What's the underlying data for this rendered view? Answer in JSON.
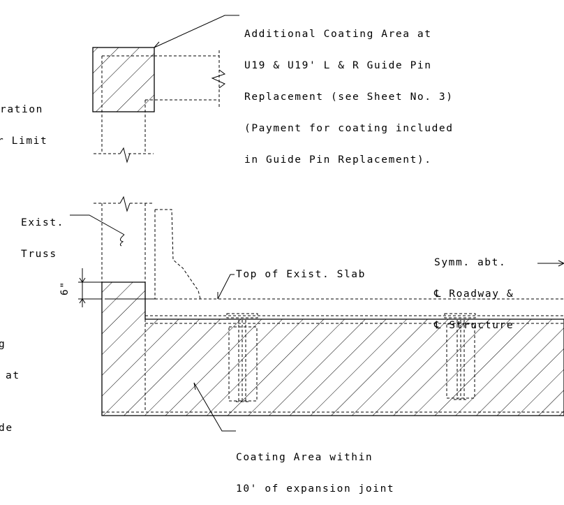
{
  "notes": {
    "guide_pin": [
      "Additional Coating Area at",
      "U19 & U19' L & R Guide Pin",
      "Replacement (see Sheet No. 3)",
      "(Payment for coating included",
      "in Guide Pin Replacement)."
    ],
    "left_top": [
      "ration",
      "r Limit"
    ],
    "exist_truss": [
      "Exist.",
      "Truss"
    ],
    "symm": [
      "Symm. abt.",
      "℄ Roadway &",
      "℄ Structure"
    ],
    "top_slab": "Top of Exist. Slab",
    "dimension": "6\"",
    "left_mid": [
      "g",
      "at",
      "",
      "de"
    ],
    "coating_joint": [
      "Coating Area within",
      "10' of expansion joint"
    ]
  }
}
